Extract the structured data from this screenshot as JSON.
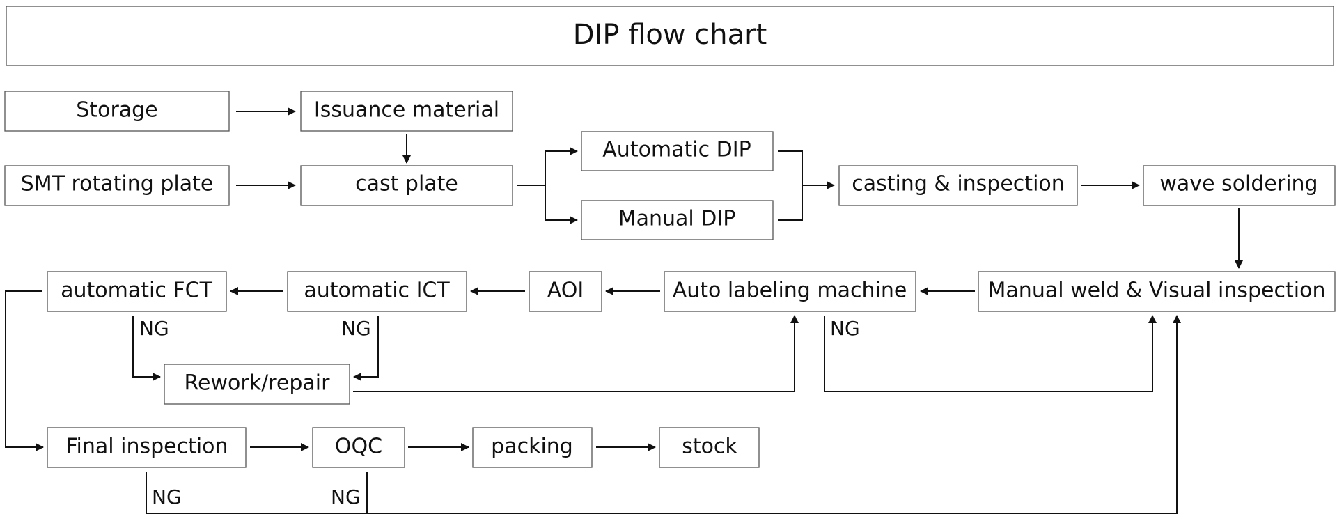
{
  "title": "DIP flow chart",
  "steps": {
    "storage": "Storage",
    "issuance": "Issuance material",
    "smt": "SMT rotating plate",
    "cast_plate": "cast plate",
    "auto_dip": "Automatic DIP",
    "manual_dip": "Manual DIP",
    "casting_inspection": "casting & inspection",
    "wave_soldering": "wave soldering",
    "manual_weld": "Manual weld & Visual inspection",
    "auto_labeling": "Auto labeling machine",
    "aoi": "AOI",
    "auto_ict": "automatic ICT",
    "auto_fct": "automatic FCT",
    "rework": "Rework/repair",
    "final_inspection": "Final inspection",
    "oqc": "OQC",
    "packing": "packing",
    "stock": "stock"
  },
  "ng_label": "NG"
}
